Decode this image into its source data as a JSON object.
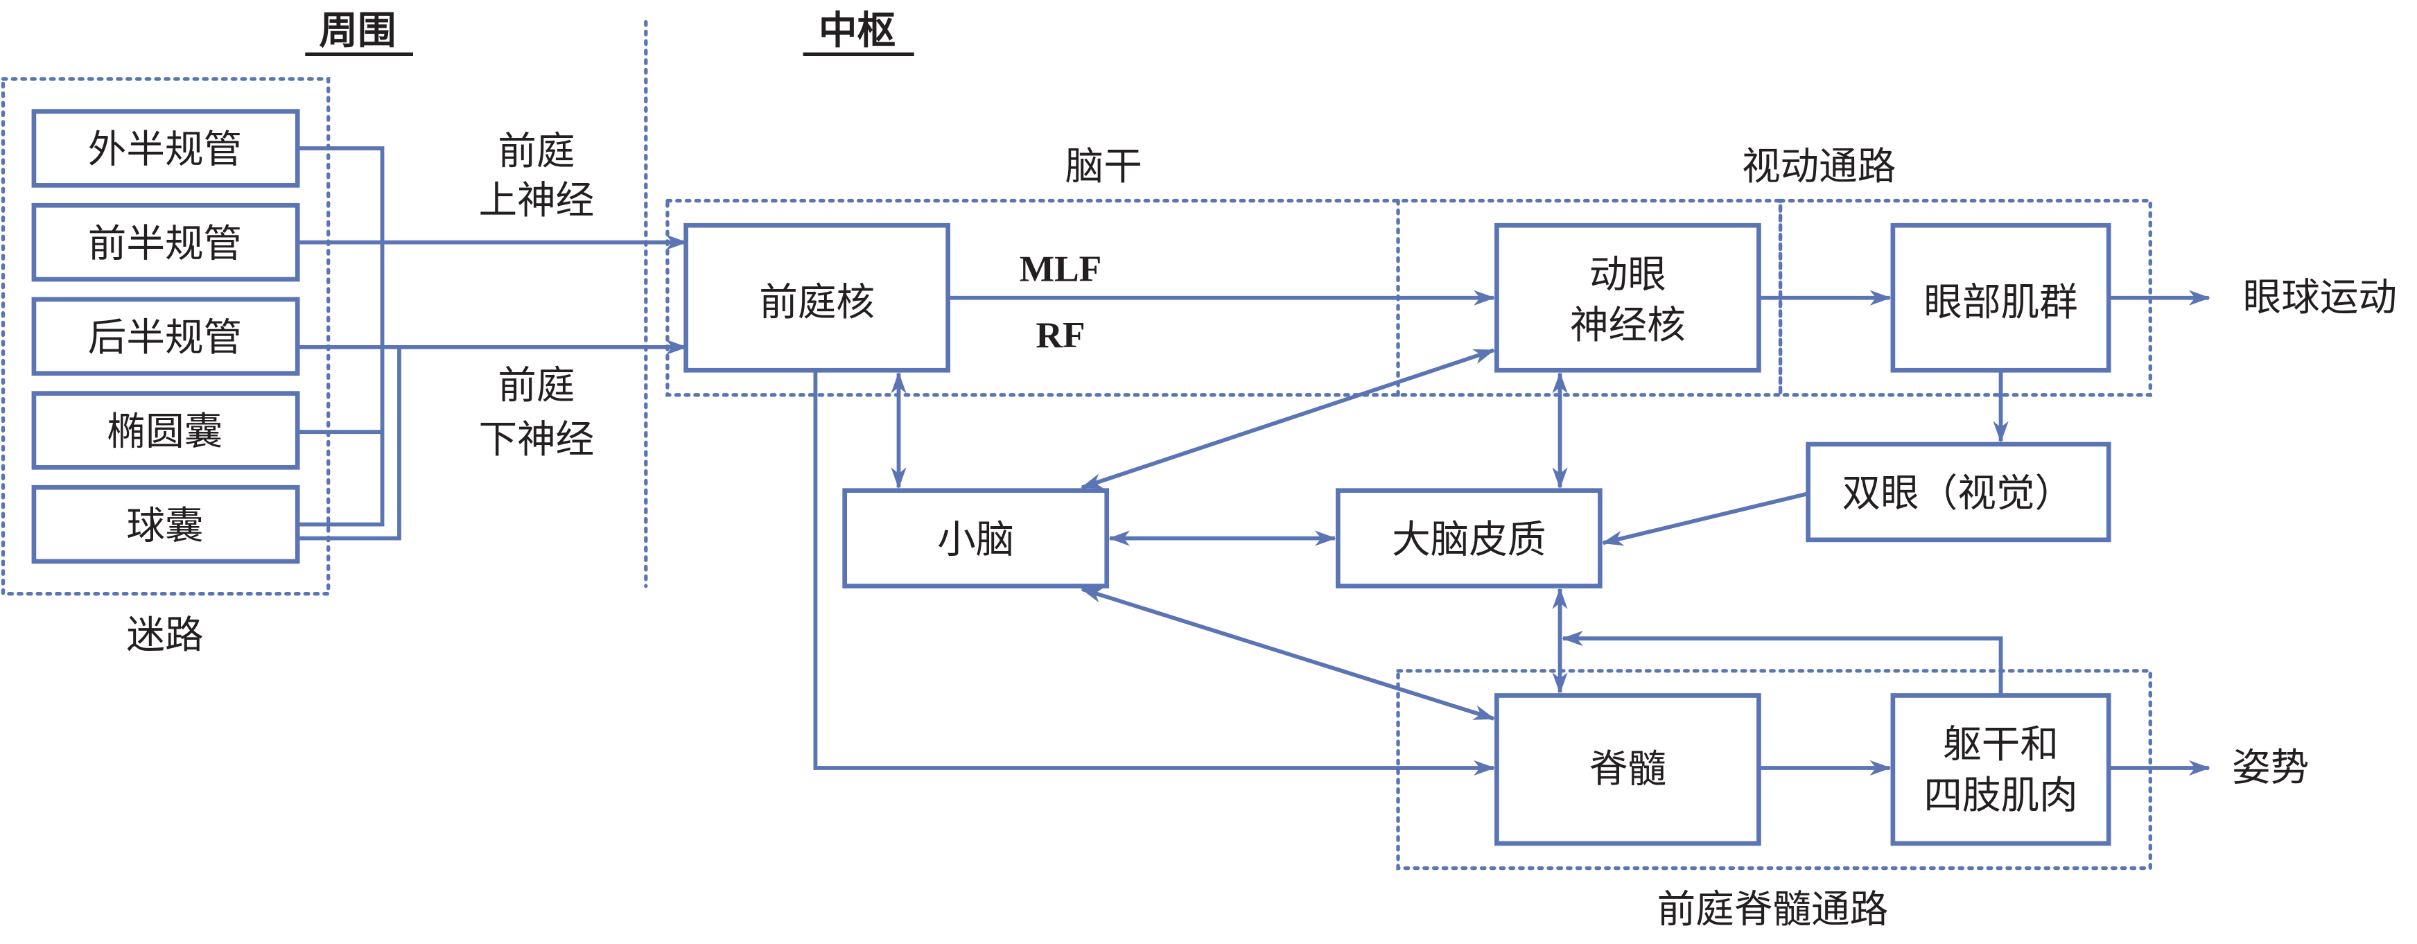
{
  "headers": {
    "periphery": "周围",
    "central": "中枢"
  },
  "labyrinth": {
    "label": "迷路",
    "organs": [
      "外半规管",
      "前半规管",
      "后半规管",
      "椭圆囊",
      "球囊"
    ]
  },
  "nerves": {
    "superior": [
      "前庭",
      "上神经"
    ],
    "inferior": [
      "前庭",
      "下神经"
    ]
  },
  "groups": {
    "brainstem": "脑干",
    "optokinetic": "视动通路",
    "vestibulospinal": "前庭脊髓通路"
  },
  "nodes": {
    "vestibular_nucleus": "前庭核",
    "oculomotor_nucleus": [
      "动眼",
      "神经核"
    ],
    "eye_muscles": "眼部肌群",
    "binocular_vision": "双眼（视觉）",
    "cerebellum": "小脑",
    "cerebral_cortex": "大脑皮质",
    "spinal_cord": "脊髓",
    "trunk_limb_muscles": [
      "躯干和",
      "四肢肌肉"
    ]
  },
  "pathways": {
    "mlf": "MLF",
    "rf": "RF"
  },
  "outputs": {
    "eye_movement": "眼球运动",
    "posture": "姿势"
  },
  "colors": {
    "line": "#5B74B4",
    "text": "#231F20"
  }
}
